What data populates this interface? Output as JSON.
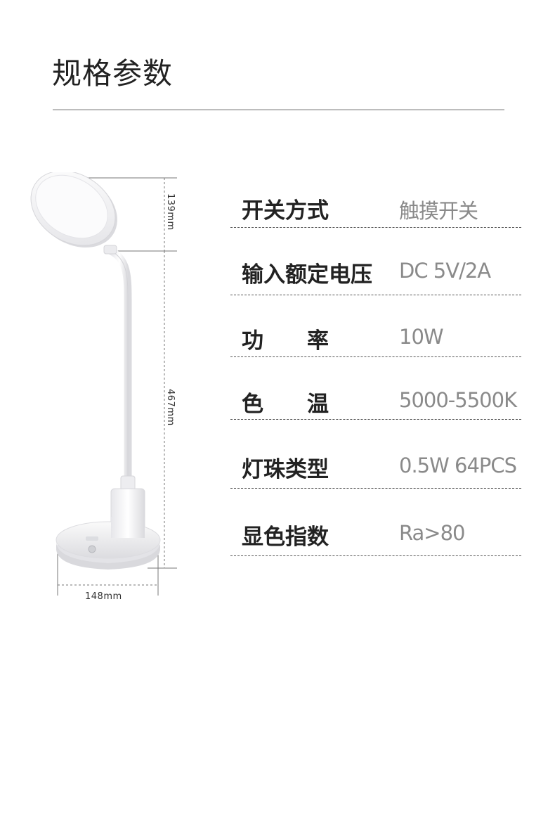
{
  "page": {
    "title": "规格参数"
  },
  "dimensions": {
    "head_height": "139mm",
    "total_height": "467mm",
    "base_width": "148mm"
  },
  "specs": [
    {
      "label": "开关方式",
      "value": "触摸开关"
    },
    {
      "label": "输入额定电压",
      "value": "DC 5V/2A"
    },
    {
      "label": "功　　率",
      "value": "10W"
    },
    {
      "label": "色　　温",
      "value": "5000-5500K"
    },
    {
      "label": "灯珠类型",
      "value": "0.5W  64PCS"
    },
    {
      "label": "显色指数",
      "value": "Ra>80"
    }
  ],
  "colors": {
    "text": "#222222",
    "value_text": "#8a8a8a",
    "rule": "#bdbdbd",
    "lamp_body": "#f4f4f6"
  },
  "icons": {
    "lamp": "desk-lamp-illustration"
  }
}
